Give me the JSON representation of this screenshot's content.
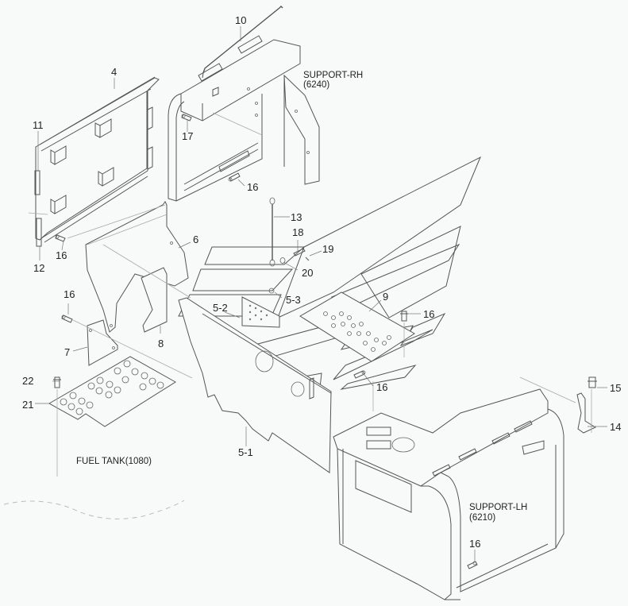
{
  "diagram": {
    "title": "Parts exploded view - fuel tank / support covers",
    "background": "#f8f9f9",
    "line_color": "#555555",
    "assembly_labels": {
      "support_rh": "SUPPORT-RH",
      "support_rh_code": "(6240)",
      "support_lh": "SUPPORT-LH",
      "support_lh_code": "(6210)",
      "fuel_tank": "FUEL TANK(1080)"
    },
    "callouts": {
      "c4": "4",
      "c5_1": "5-1",
      "c5_2": "5-2",
      "c5_3": "5-3",
      "c6": "6",
      "c7": "7",
      "c8": "8",
      "c9": "9",
      "c10": "10",
      "c11": "11",
      "c12": "12",
      "c13": "13",
      "c14": "14",
      "c15": "15",
      "c16a": "16",
      "c16b": "16",
      "c16c": "16",
      "c16d": "16",
      "c16e": "16",
      "c16f": "16",
      "c17": "17",
      "c18": "18",
      "c19": "19",
      "c20": "20",
      "c21": "21",
      "c22": "22"
    }
  }
}
